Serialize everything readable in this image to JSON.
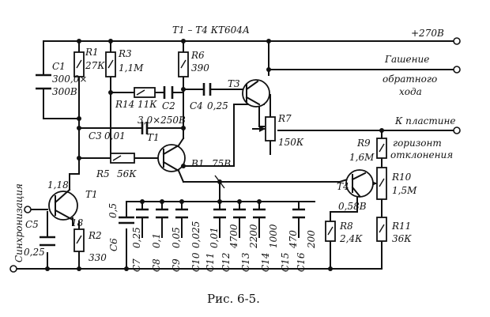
{
  "figure": {
    "caption": "Рис. 6-5.",
    "transistor_type": "T1 – T4  КТ604А",
    "supply": "+270В",
    "outputs": {
      "blanking_line1": "Гашение",
      "blanking_line2": "обратного",
      "blanking_line3": "хода",
      "plate_line1": "К пластине",
      "plate_line2": "горизонт",
      "plate_line3": "отклонения"
    },
    "sync_label": "Синхронизация",
    "components": {
      "C1": {
        "name": "C1",
        "value": "300,0×",
        "value2": "300В"
      },
      "R1": {
        "name": "R1",
        "value": "27К"
      },
      "R3": {
        "name": "R3",
        "value": "1,1М"
      },
      "R6": {
        "name": "R6",
        "value": "390"
      },
      "R14": {
        "name": "R14",
        "value": "11К"
      },
      "C2": {
        "name": "C2",
        "value": "3,0×250В"
      },
      "C4": {
        "name": "C4",
        "value": "0,25"
      },
      "T3": {
        "name": "T3"
      },
      "R7": {
        "name": "R7",
        "value": "150К"
      },
      "C3": {
        "name": "C3",
        "value": "0,01"
      },
      "T1a": {
        "name": "T1"
      },
      "T2": {
        "name": "B1"
      },
      "R5": {
        "name": "R5",
        "value": "56К"
      },
      "R9": {
        "name": "R9",
        "value": "1,6М"
      },
      "R10": {
        "name": "R10",
        "value": "1,5М"
      },
      "R11": {
        "name": "R11",
        "value": "36К"
      },
      "T4": {
        "name": "T4"
      },
      "R8": {
        "name": "R8",
        "value": "2,4К"
      },
      "T1": {
        "name": "T1"
      },
      "R2": {
        "name": "R2",
        "value": "330"
      },
      "C5": {
        "name": "C5",
        "value": "0,25"
      },
      "C6": {
        "name": "C6",
        "value": "0,5"
      },
      "C7": {
        "name": "C7",
        "value": "0,25"
      },
      "C8": {
        "name": "C8",
        "value": "0,1"
      },
      "C9": {
        "name": "C9",
        "value": "0,05"
      },
      "C10": {
        "name": "C10",
        "value": "0,025"
      },
      "C11": {
        "name": "C11",
        "value": "0,01"
      },
      "C12": {
        "name": "C12",
        "value": "4700"
      },
      "C13": {
        "name": "C13",
        "value": "2200"
      },
      "C14": {
        "name": "C14",
        "value": "1000"
      },
      "C15": {
        "name": "C15",
        "value": "470"
      },
      "C16": {
        "name": "C16",
        "value": "200"
      }
    },
    "voltages": {
      "v1": "1,18",
      "v2": "18",
      "v3": "75В",
      "v4": "0,58В"
    }
  }
}
